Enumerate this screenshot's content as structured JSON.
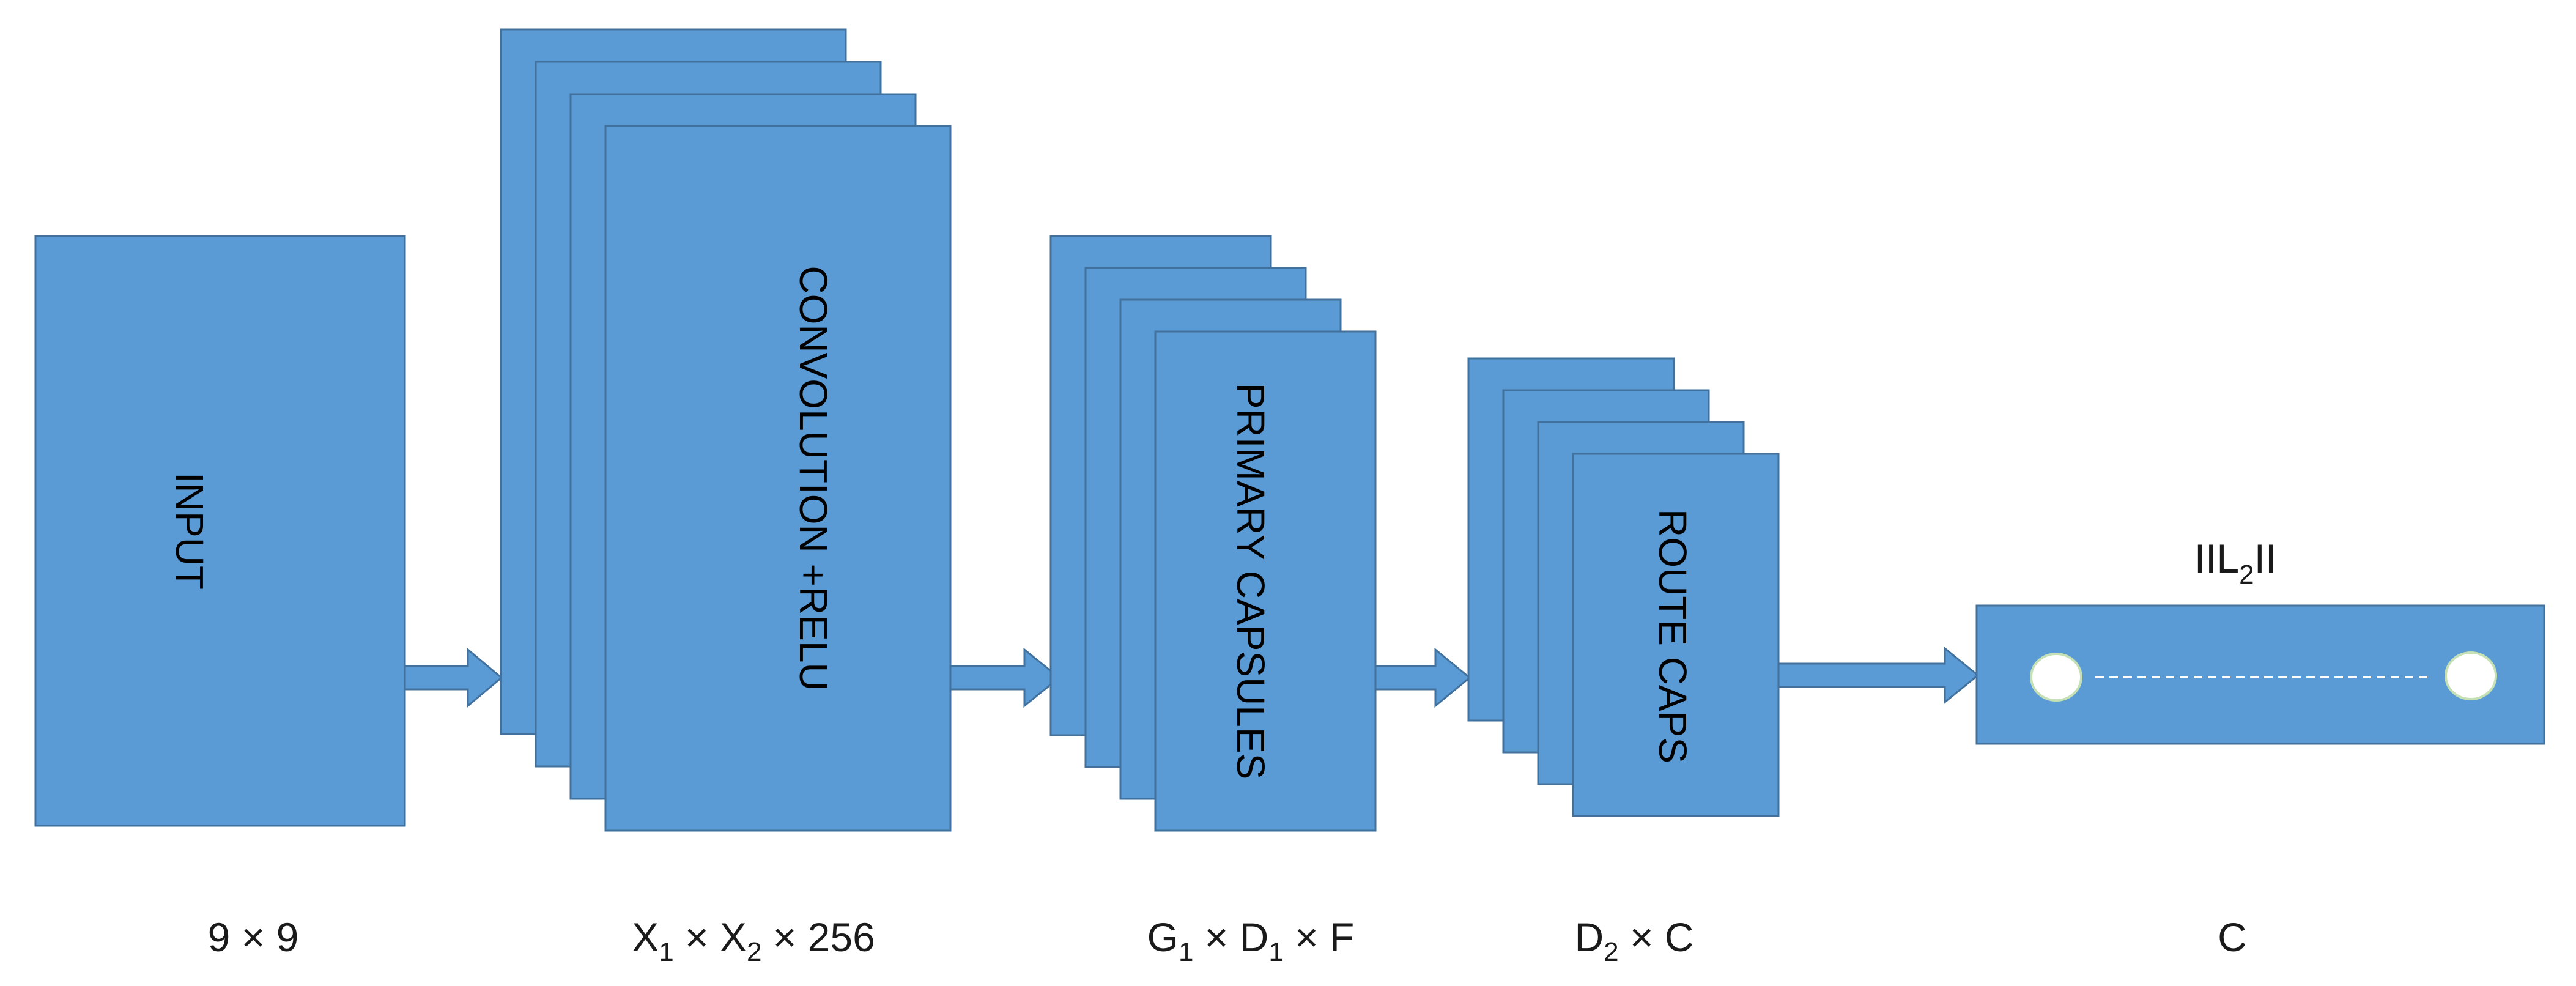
{
  "layers": {
    "input": {
      "label": "INPUT",
      "dim": "9 × 9"
    },
    "conv": {
      "label": "CONVOLUTION +RELU",
      "dim": {
        "x": "X",
        "sub1": "1",
        "times1": " × X",
        "sub2": "2",
        "rest": " × 256"
      }
    },
    "primary": {
      "label": "PRIMARY CAPSULES",
      "dim": {
        "g": "G",
        "sub1": "1",
        "times1": " × D",
        "sub2": "1",
        "rest": " × F"
      }
    },
    "route": {
      "label": "ROUTE CAPS",
      "dim": {
        "d": "D",
        "sub1": "2",
        "rest": " × C"
      }
    },
    "output": {
      "norm": {
        "pre": "IIL",
        "sub": "2",
        "post": "II"
      },
      "dim": "C"
    }
  },
  "colors": {
    "block_fill": "#5b9bd5",
    "block_stroke": "#41719c",
    "node_stroke": "#c5e0b4"
  }
}
